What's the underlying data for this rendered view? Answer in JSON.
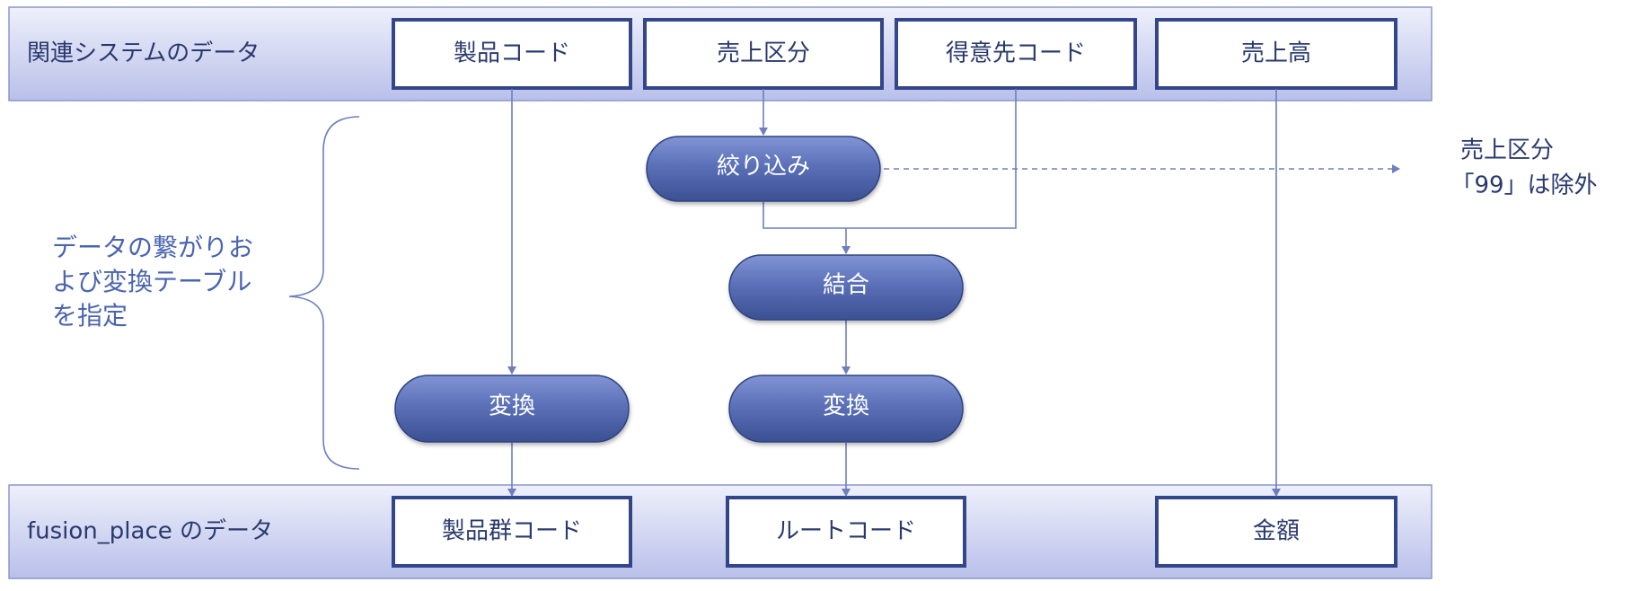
{
  "source_band": {
    "label": "関連システムのデータ",
    "fields": [
      "製品コード",
      "売上区分",
      "得意先コード",
      "売上高"
    ]
  },
  "target_band": {
    "label": "fusion_place のデータ",
    "fields": [
      "製品群コード",
      "ルートコード",
      "金額"
    ]
  },
  "process_nodes": {
    "filter": "絞り込み",
    "join": "結合",
    "convert_product": "変換",
    "convert_route": "変換"
  },
  "note": {
    "line1": "売上区分",
    "line2": "「99」は除外"
  },
  "brace_label": {
    "line1": "データの繋がりお",
    "line2": "よび変換テーブル",
    "line3": "を指定"
  },
  "colors": {
    "band_fill_top": "#eef0fb",
    "band_fill_bottom": "#b9c0ea",
    "band_border": "#8d96cc",
    "box_border": "#33468a",
    "node_fill_top": "#7b8fd0",
    "node_fill_bottom": "#3e5496",
    "node_text": "#ffffff",
    "connector": "#6d7fbf",
    "text_dark": "#2a3a6e",
    "brace_text": "#4a64b0"
  }
}
